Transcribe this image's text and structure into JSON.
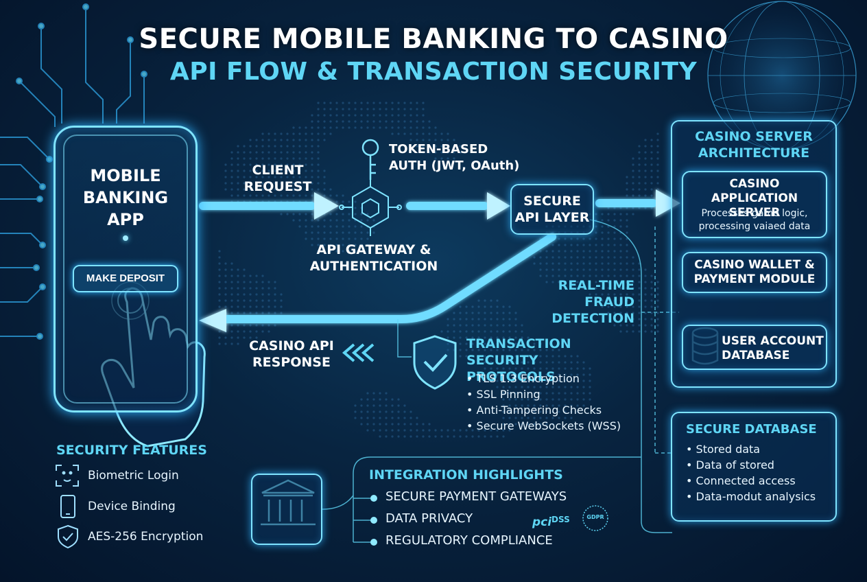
{
  "title": {
    "line1": "SECURE MOBILE BANKING TO CASINO",
    "line2": "API FLOW & TRANSACTION SECURITY"
  },
  "phone": {
    "app_label": "MOBILE BANKING APP",
    "button": "MAKE DEPOSIT"
  },
  "flow": {
    "client_request": "CLIENT REQUEST",
    "token_auth_line1": "TOKEN-BASED",
    "token_auth_line2": "AUTH (JWT, OAuth)",
    "gateway": "API GATEWAY & AUTHENTICATION",
    "secure_api": "SECURE API LAYER",
    "casino_response": "CASINO API RESPONSE",
    "fraud": "REAL-TIME FRAUD DETECTION"
  },
  "protocols": {
    "title": "TRANSACTION SECURITY PROTOCOLS",
    "items": [
      "TLS 1.3 Encryption",
      "SSL Pinning",
      "Anti-Tampering Checks",
      "Secure WebSockets (WSS)"
    ]
  },
  "security_features": {
    "title": "SECURITY FEATURES",
    "items": [
      {
        "label": "Biometric Login",
        "icon": "face-id-icon"
      },
      {
        "label": "Device Binding",
        "icon": "phone-icon"
      },
      {
        "label": "AES-256 Encryption",
        "icon": "shield-check-icon"
      }
    ]
  },
  "casino_server": {
    "title": "CASINO SERVER ARCHITECTURE",
    "app_server_title": "CASINO APPLICATION SERVER",
    "app_server_desc": "Processes game logic, processing vaiaed data",
    "wallet": "CASINO WALLET & PAYMENT MODULE",
    "user_db": "USER ACCOUNT DATABASE"
  },
  "secure_db": {
    "title": "SECURE DATABASE",
    "items": [
      "Stored data",
      "Data of stored",
      "Connected access",
      "Data-modut analysics"
    ]
  },
  "integration": {
    "title": "INTEGRATION HIGHLIGHTS",
    "items": [
      "SECURE PAYMENT GATEWAYS",
      "DATA PRIVACY",
      "REGULATORY COMPLIANCE"
    ],
    "badge_pci": "pci",
    "badge_dss": "DSS",
    "badge_gdpr": "GDPR"
  },
  "colors": {
    "accent": "#5fd6f5",
    "glow": "#2fb4ff",
    "background": "#082440"
  }
}
